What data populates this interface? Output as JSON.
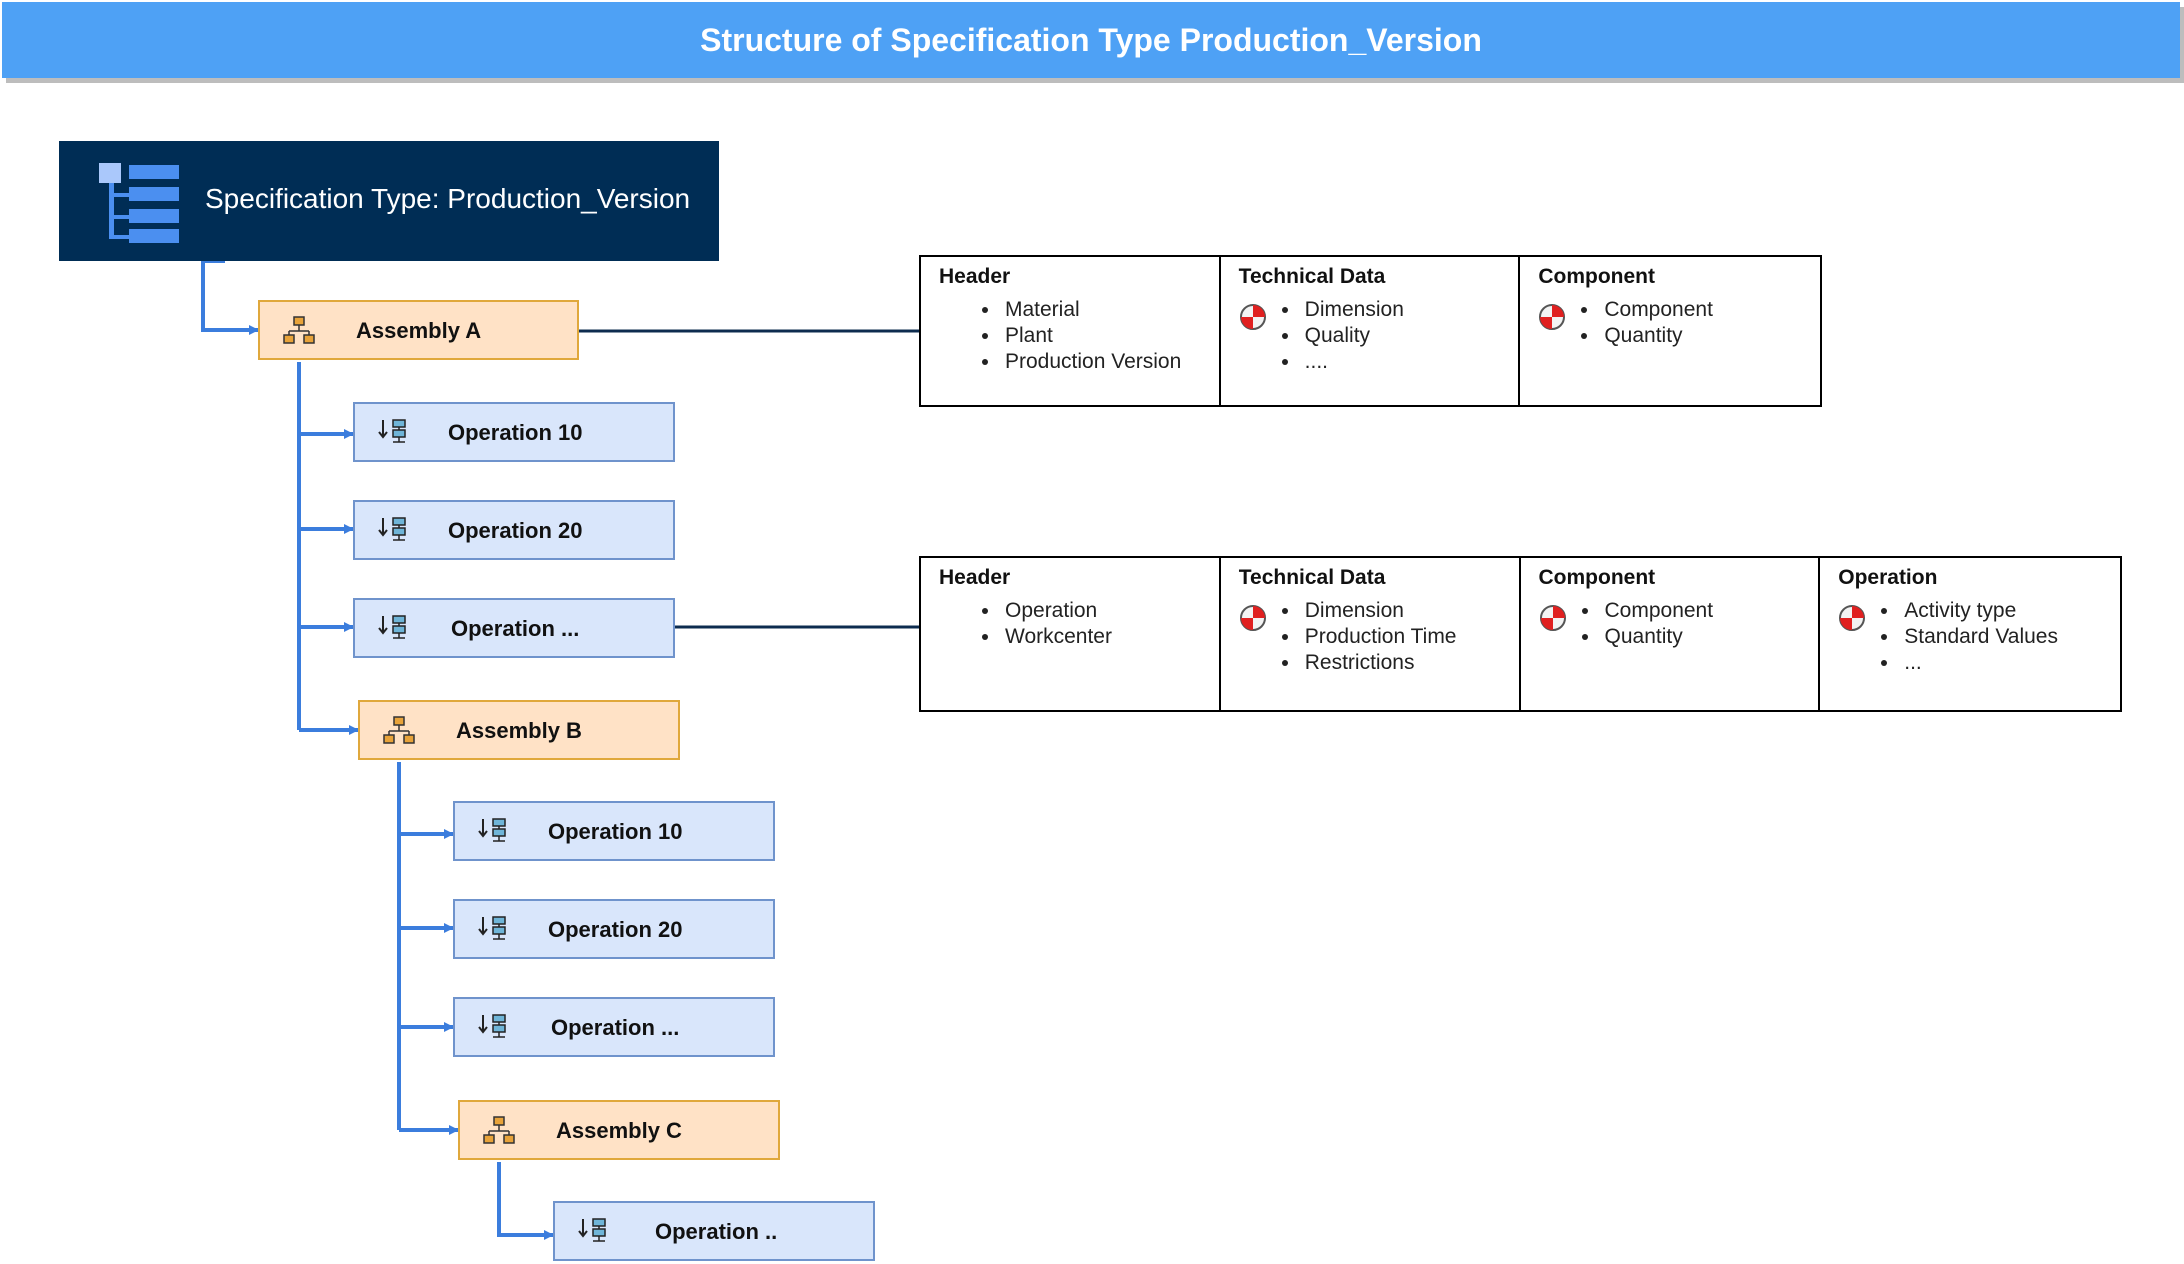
{
  "title": "Structure of Specification Type Production_Version",
  "root": {
    "label": "Specification Type: Production_Version",
    "icon": "tree-structure-icon"
  },
  "nodes": {
    "assembly_a": {
      "label": "Assembly A",
      "icon": "hierarchy-icon"
    },
    "a_op10": {
      "label": "Operation 10",
      "icon": "operation-icon"
    },
    "a_op20": {
      "label": "Operation 20",
      "icon": "operation-icon"
    },
    "a_opx": {
      "label": "Operation ...",
      "icon": "operation-icon"
    },
    "assembly_b": {
      "label": "Assembly B",
      "icon": "hierarchy-icon"
    },
    "b_op10": {
      "label": "Operation 10",
      "icon": "operation-icon"
    },
    "b_op20": {
      "label": "Operation 20",
      "icon": "operation-icon"
    },
    "b_opx": {
      "label": "Operation ...",
      "icon": "operation-icon"
    },
    "assembly_c": {
      "label": "Assembly C",
      "icon": "hierarchy-icon"
    },
    "c_opx": {
      "label": "Operation ..",
      "icon": "operation-icon"
    }
  },
  "assembly_table": {
    "header": {
      "title": "Header",
      "items": [
        "Material",
        "Plant",
        "Production Version"
      ]
    },
    "technical": {
      "title": "Technical Data",
      "items": [
        "Dimension",
        "Quality",
        "...."
      ]
    },
    "component": {
      "title": "Component",
      "items": [
        "Component",
        "Quantity"
      ]
    }
  },
  "operation_table": {
    "header": {
      "title": "Header",
      "items": [
        "Operation",
        "Workcenter"
      ]
    },
    "technical": {
      "title": "Technical Data",
      "items": [
        "Dimension",
        "Production Time",
        "Restrictions"
      ]
    },
    "component": {
      "title": "Component",
      "items": [
        "Component",
        "Quantity"
      ]
    },
    "operation": {
      "title": "Operation",
      "items": [
        "Activity type",
        "Standard Values",
        "..."
      ]
    }
  },
  "colors": {
    "title_bar": "#4ea1f5",
    "root_box": "#002d55",
    "assembly_fill": "#ffe2c6",
    "operation_fill": "#d9e6fb",
    "connector": "#3b7ddd"
  }
}
